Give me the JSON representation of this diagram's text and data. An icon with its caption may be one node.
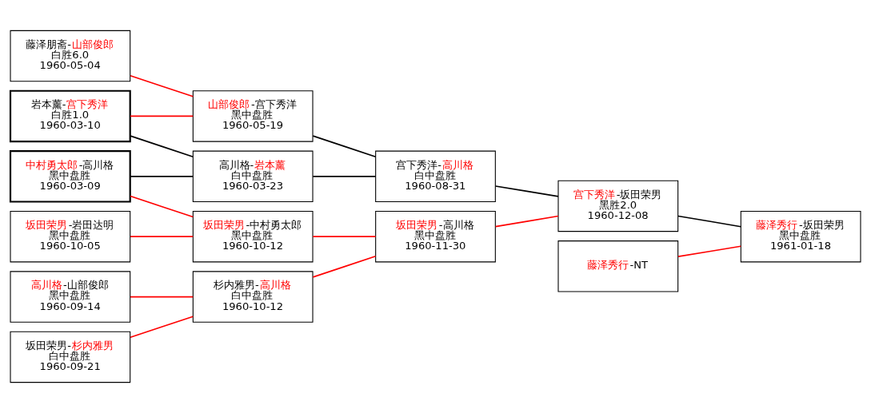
{
  "diagram": {
    "nodes": [
      {
        "text": [
          "岩本薰-宫下秀洋",
          "白胜1.0",
          "1960-03-10"
        ]
      },
      {
        "text": [
          "中村勇太郎-高川格",
          "黑中盘胜",
          "1960-03-09"
        ]
      },
      {
        "text": [
          "藤泽朋斋-山部俊郎",
          "白胜6.0",
          "1960-05-04"
        ]
      },
      {
        "text": [
          "坂田荣男-岩田达明",
          "黑中盘胜",
          "1960-10-05"
        ]
      },
      {
        "text": [
          "高川格-山部俊郎",
          "黑中盘胜",
          "1960-09-14"
        ]
      },
      {
        "text": [
          "坂田荣男-杉内雅男",
          "白中盘胜",
          "1960-09-21"
        ]
      },
      {
        "text": [
          "高川格-岩本薰",
          "白中盘胜",
          "1960-03-23"
        ]
      },
      {
        "text": [
          "山部俊郎-宫下秀洋",
          "黑中盘胜",
          "1960-05-19"
        ]
      },
      {
        "text": [
          "坂田荣男-中村勇太郎",
          "黑中盘胜",
          "1960-10-12"
        ]
      },
      {
        "text": [
          "杉内雅男-高川格",
          "白中盘胜",
          "1960-10-12"
        ]
      },
      {
        "text": [
          "宫下秀洋-高川格",
          "白中盘胜",
          "1960-08-31"
        ]
      },
      {
        "text": [
          "坂田荣男-高川格",
          "黑中盘胜",
          "1960-11-30"
        ]
      },
      {
        "text": [
          "藤泽秀行-NT"
        ]
      },
      {
        "text": [
          "宫下秀洋-坂田荣男",
          "黑胜2.0",
          "1960-12-08"
        ]
      },
      {
        "text": [
          "藤泽秀行-坂田荣男",
          "黑中盘胜",
          "1961-01-18"
        ]
      }
    ],
    "edges": [
      {
        "from": 0,
        "to": 6,
        "arrow": "none",
        "color": "#000000"
      },
      {
        "from": 1,
        "to": 6,
        "arrow": "none",
        "color": "#000000"
      },
      {
        "from": 0,
        "to": 7,
        "arrow": "none"
      },
      {
        "from": 2,
        "to": 7,
        "arrow": "none"
      },
      {
        "from": 1,
        "to": 8,
        "arrow": "none"
      },
      {
        "from": 3,
        "to": 8,
        "arrow": "none"
      },
      {
        "from": 4,
        "to": 9,
        "arrow": "none"
      },
      {
        "from": 5,
        "to": 9,
        "arrow": "none"
      },
      {
        "from": 6,
        "to": 10,
        "arrow": "none",
        "color": "#000000"
      },
      {
        "from": 7,
        "to": 10,
        "arrow": "none",
        "color": "#000000"
      },
      {
        "from": 8,
        "to": 11,
        "arrow": "none"
      },
      {
        "from": 9,
        "to": 11,
        "arrow": "none"
      },
      {
        "from": 10,
        "to": 13,
        "arrow": "none",
        "color": "#000000"
      },
      {
        "from": 11,
        "to": 13,
        "arrow": "none"
      },
      {
        "from": 12,
        "to": 14,
        "arrow": "none"
      },
      {
        "from": 13,
        "to": 14,
        "arrow": "none",
        "color": "#000000"
      }
    ]
  }
}
